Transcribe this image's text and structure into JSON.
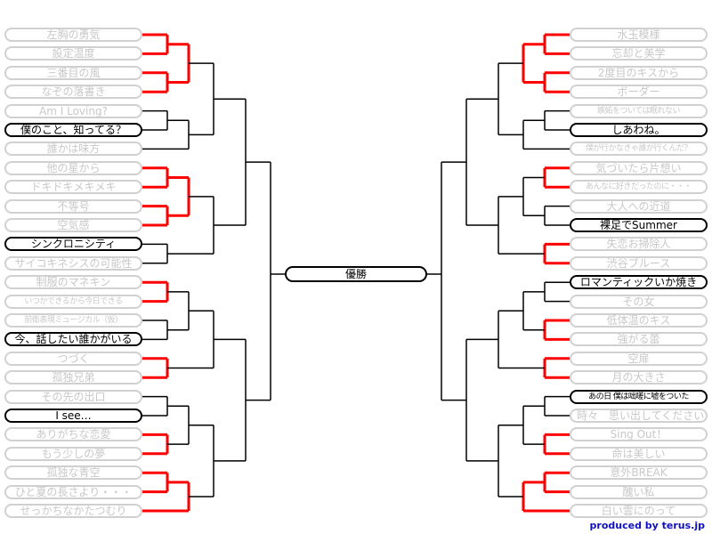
{
  "final_label": "優勝",
  "credit": "produced by terus.jp",
  "colors": {
    "advanced": "#ff0000",
    "pending": "#000000",
    "eliminated": "#d0d0d0"
  },
  "left_entries": [
    {
      "name": "左胸の勇気",
      "alive": false
    },
    {
      "name": "設定温度",
      "alive": false
    },
    {
      "name": "三番目の風",
      "alive": false
    },
    {
      "name": "なぞの落書き",
      "alive": false
    },
    {
      "name": "Am I Loving?",
      "alive": false
    },
    {
      "name": "僕のこと、知ってる？",
      "alive": true
    },
    {
      "name": "誰かは味方",
      "alive": false
    },
    {
      "name": "他の星から",
      "alive": false
    },
    {
      "name": "ドキドキメキメキ",
      "alive": false
    },
    {
      "name": "不等号",
      "alive": false
    },
    {
      "name": "空気感",
      "alive": false
    },
    {
      "name": "シンクロニシティ",
      "alive": true
    },
    {
      "name": "サイコキネシスの可能性",
      "alive": false
    },
    {
      "name": "制服のマネキン",
      "alive": false
    },
    {
      "name": "いつかできるから今日できる",
      "alive": false,
      "narrow": true
    },
    {
      "name": "前衛表現ミュージカル（仮）",
      "alive": false,
      "narrow": true
    },
    {
      "name": "今、話したい誰かがいる",
      "alive": true
    },
    {
      "name": "つづく",
      "alive": false
    },
    {
      "name": "孤独兄弟",
      "alive": false
    },
    {
      "name": "その先の出口",
      "alive": false
    },
    {
      "name": "I see…",
      "alive": true
    },
    {
      "name": "ありがちな恋愛",
      "alive": false
    },
    {
      "name": "もう少しの夢",
      "alive": false
    },
    {
      "name": "孤独な青空",
      "alive": false
    },
    {
      "name": "ひと夏の長さより・・・",
      "alive": false
    },
    {
      "name": "せっかちなかたつむり",
      "alive": false
    }
  ],
  "right_entries": [
    {
      "name": "水玉模様",
      "alive": false
    },
    {
      "name": "忘却と美学",
      "alive": false
    },
    {
      "name": "2度目のキスから",
      "alive": false
    },
    {
      "name": "ボーダー",
      "alive": false
    },
    {
      "name": "嫉妬をついては眠れない",
      "alive": false,
      "narrow": true
    },
    {
      "name": "しあわね。",
      "alive": true
    },
    {
      "name": "僕が行かなきゃ誰が行くんだ？",
      "alive": false,
      "narrow": true
    },
    {
      "name": "気づいたら片想い",
      "alive": false
    },
    {
      "name": "あんなに好きだったのに・・・",
      "alive": false,
      "narrow": true
    },
    {
      "name": "大人への近道",
      "alive": false
    },
    {
      "name": "裸足でSummer",
      "alive": true
    },
    {
      "name": "失恋お掃除人",
      "alive": false
    },
    {
      "name": "渋谷ブルース",
      "alive": false
    },
    {
      "name": "ロマンティックいか焼き",
      "alive": true
    },
    {
      "name": "その女",
      "alive": false
    },
    {
      "name": "低体温のキス",
      "alive": false
    },
    {
      "name": "強がる蕾",
      "alive": false
    },
    {
      "name": "空扉",
      "alive": false
    },
    {
      "name": "月の大きさ",
      "alive": false
    },
    {
      "name": "あの日 僕は咄嗟に嘘をついた",
      "alive": true,
      "narrow": true
    },
    {
      "name": "時々　思い出してください",
      "alive": false
    },
    {
      "name": "Sing Out！",
      "alive": false
    },
    {
      "name": "命は美しい",
      "alive": false
    },
    {
      "name": "意外BREAK",
      "alive": false
    },
    {
      "name": "醜い私",
      "alive": false
    },
    {
      "name": "白い雲にのって",
      "alive": false
    }
  ]
}
